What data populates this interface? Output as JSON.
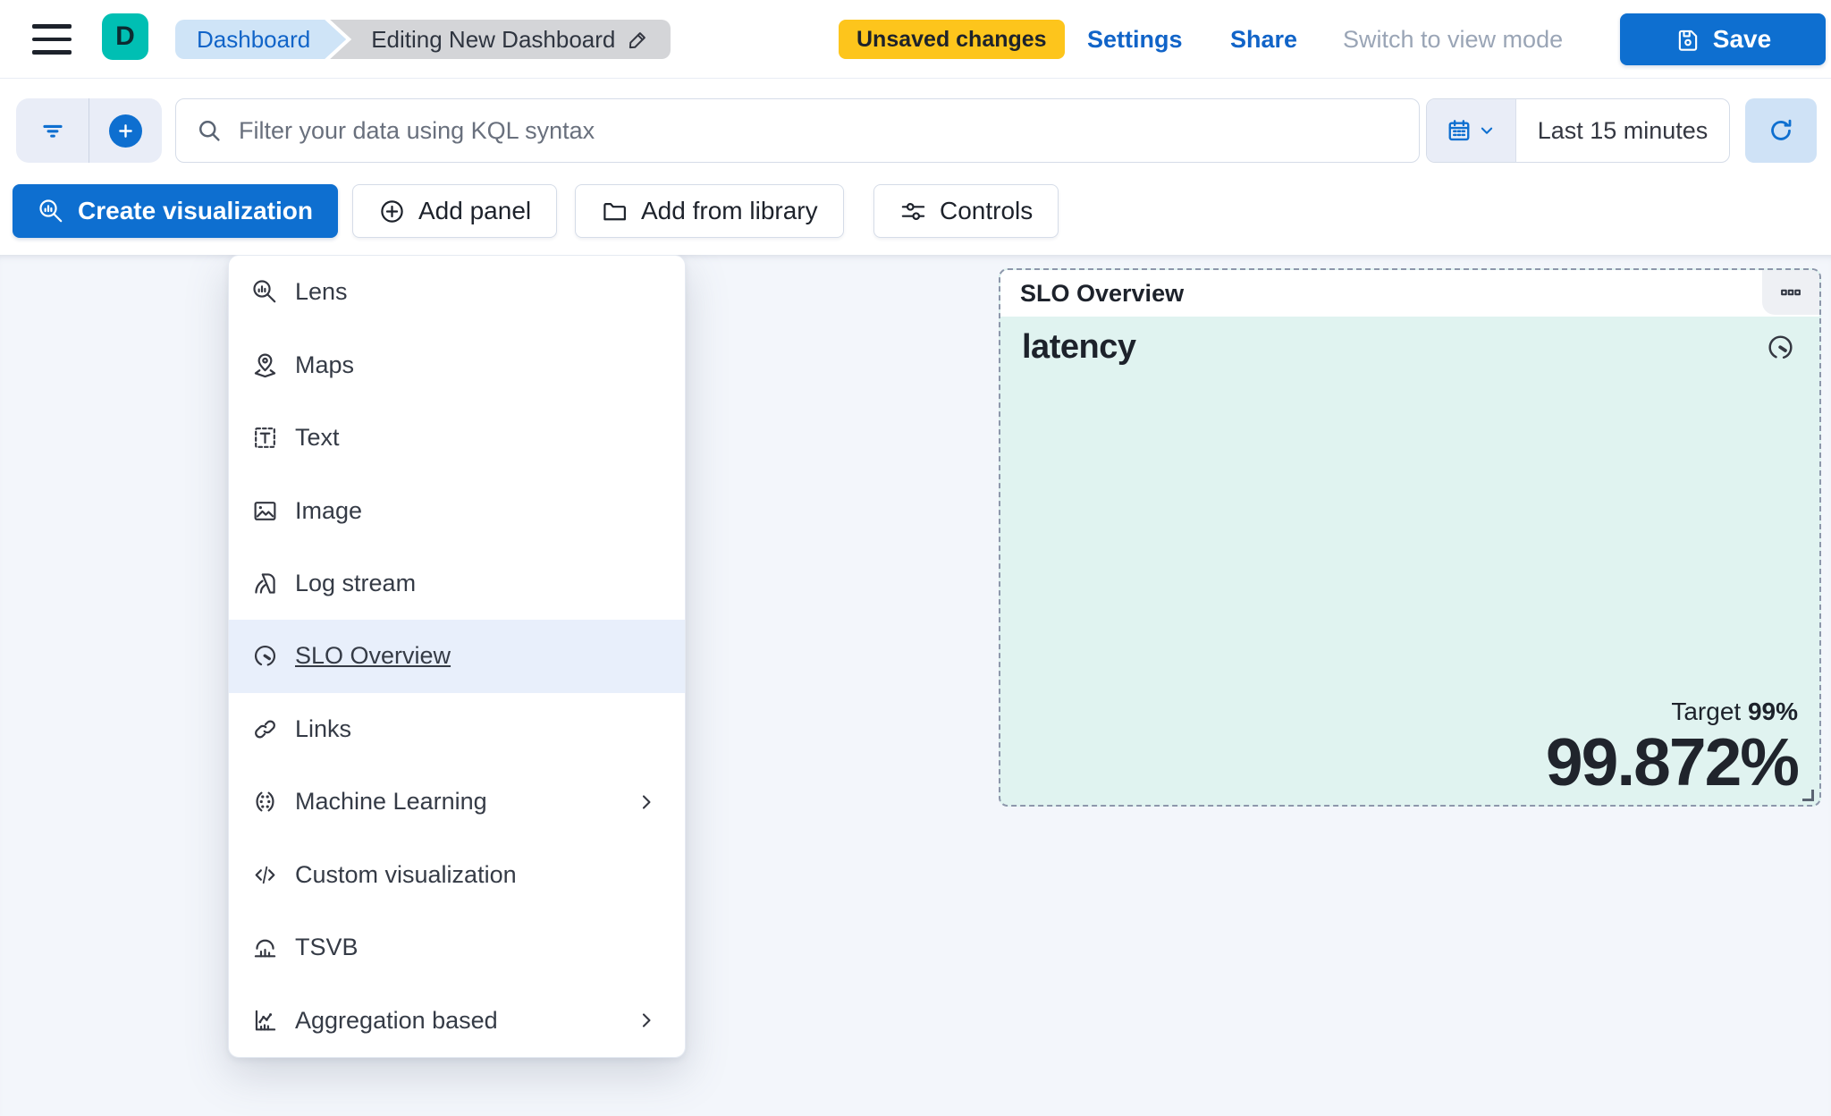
{
  "header": {
    "space_initial": "D",
    "breadcrumbs": [
      {
        "label": "Dashboard"
      },
      {
        "label": "Editing New Dashboard"
      }
    ],
    "unsaved_badge": "Unsaved changes",
    "settings_link": "Settings",
    "share_link": "Share",
    "switch_view_link": "Switch to view mode",
    "save_label": "Save"
  },
  "filter_bar": {
    "kql_placeholder": "Filter your data using KQL syntax",
    "time_range": "Last 15 minutes"
  },
  "toolbar": {
    "create_visualization": "Create visualization",
    "add_panel": "Add panel",
    "add_from_library": "Add from library",
    "controls": "Controls"
  },
  "add_panel_menu": {
    "items": [
      {
        "label": "Lens",
        "icon": "lens",
        "selected": false,
        "has_submenu": false
      },
      {
        "label": "Maps",
        "icon": "maps",
        "selected": false,
        "has_submenu": false
      },
      {
        "label": "Text",
        "icon": "text",
        "selected": false,
        "has_submenu": false
      },
      {
        "label": "Image",
        "icon": "image",
        "selected": false,
        "has_submenu": false
      },
      {
        "label": "Log stream",
        "icon": "log-stream",
        "selected": false,
        "has_submenu": false
      },
      {
        "label": "SLO Overview",
        "icon": "slo-gauge",
        "selected": true,
        "has_submenu": false
      },
      {
        "label": "Links",
        "icon": "links",
        "selected": false,
        "has_submenu": false
      },
      {
        "label": "Machine Learning",
        "icon": "machine-learning",
        "selected": false,
        "has_submenu": true
      },
      {
        "label": "Custom visualization",
        "icon": "code",
        "selected": false,
        "has_submenu": false
      },
      {
        "label": "TSVB",
        "icon": "tsvb",
        "selected": false,
        "has_submenu": false
      },
      {
        "label": "Aggregation based",
        "icon": "aggregation",
        "selected": false,
        "has_submenu": true
      }
    ]
  },
  "slo_panel": {
    "title": "SLO Overview",
    "name": "latency",
    "target_label": "Target",
    "target_value": "99%",
    "value": "99.872%"
  },
  "colors": {
    "primary": "#0e6fd0",
    "link_blue": "#1164c8",
    "teal": "#00bfb3",
    "warning_yellow": "#fdc51c",
    "panel_mint": "#e0f3f0",
    "canvas_bg": "#f3f6fb",
    "selected_row": "#e8effb"
  }
}
